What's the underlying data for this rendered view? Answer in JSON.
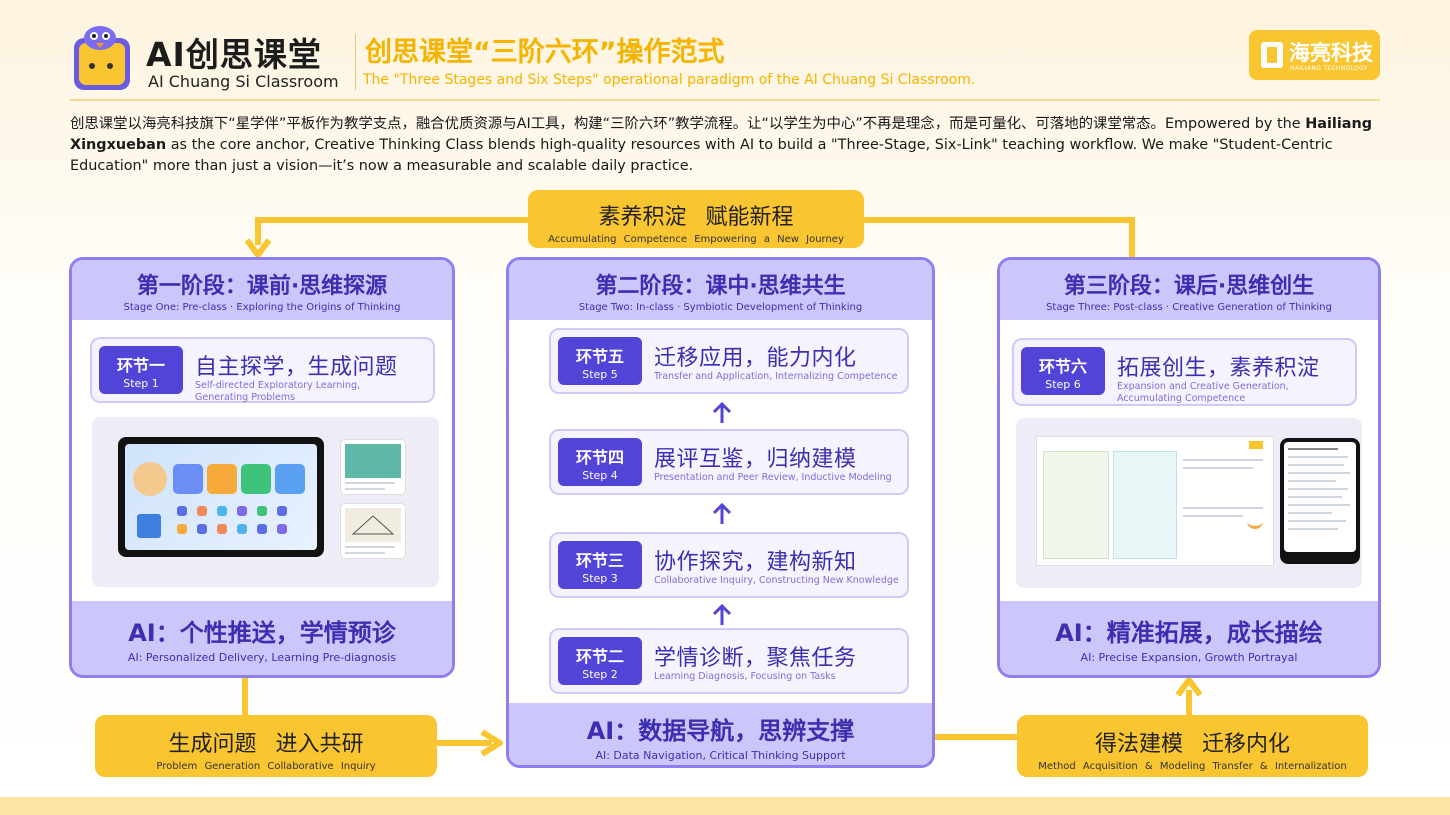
{
  "header": {
    "brand_cn": "AI创思课堂",
    "brand_en": "AI Chuang Si Classroom",
    "title_cn": "创思课堂“三阶六环”操作范式",
    "title_en": "The \"Three Stages and Six Steps\" operational paradigm of the AI Chuang Si Classroom.",
    "company_name": "海亮科技",
    "company_sub": "HAILIANG TECHNOLOGY"
  },
  "intro": {
    "part1": "创思课堂以海亮科技旗下“星学伴”平板作为教学支点，融合优质资源与AI工具，构建“三阶六环”教学流程。让“以学生为中心”不再是理念，而是可量化、可落地的课堂常态。Empowered by the ",
    "bold": "Hailiang  Xingxueban",
    "part2": " as the core anchor, Creative Thinking Class blends high-quality resources with AI to build a \"Three-Stage, Six-Link\" teaching workflow. We make \"Student-Centric Education\" more than just a vision—it’s now a measurable and scalable daily practice."
  },
  "connectors": {
    "top": {
      "cn": "素养积淀  赋能新程",
      "en": "Accumulating Competence   Empowering a New Journey"
    },
    "left": {
      "cn": "生成问题  进入共研",
      "en": "Problem Generation   Collaborative Inquiry"
    },
    "right": {
      "cn": "得法建模  迁移内化",
      "en": "Method Acquisition & Modeling   Transfer & Internalization"
    }
  },
  "stages": {
    "one": {
      "title_cn": "第一阶段：课前·思维探源",
      "title_en": "Stage One: Pre-class · Exploring the Origins of Thinking",
      "step": {
        "badge_cn": "环节一",
        "badge_en": "Step 1",
        "title_cn": "自主探学，生成问题",
        "title_en": "Self-directed Exploratory Learning, Generating Problems"
      },
      "ai_cn": "AI：个性推送，学情预诊",
      "ai_en": "AI: Personalized Delivery, Learning Pre-diagnosis"
    },
    "two": {
      "title_cn": "第二阶段：课中·思维共生",
      "title_en": "Stage Two: In-class · Symbiotic Development of Thinking",
      "steps": [
        {
          "badge_cn": "环节五",
          "badge_en": "Step 5",
          "title_cn": "迁移应用，能力内化",
          "title_en": "Transfer and Application, Internalizing Competence"
        },
        {
          "badge_cn": "环节四",
          "badge_en": "Step 4",
          "title_cn": "展评互鉴，归纳建模",
          "title_en": "Presentation and Peer Review, Inductive Modeling"
        },
        {
          "badge_cn": "环节三",
          "badge_en": "Step 3",
          "title_cn": "协作探究，建构新知",
          "title_en": "Collaborative Inquiry, Constructing New Knowledge"
        },
        {
          "badge_cn": "环节二",
          "badge_en": "Step 2",
          "title_cn": "学情诊断，聚焦任务",
          "title_en": "Learning Diagnosis, Focusing on Tasks"
        }
      ],
      "ai_cn": "AI：数据导航，思辨支撑",
      "ai_en": "AI: Data Navigation, Critical Thinking Support"
    },
    "three": {
      "title_cn": "第三阶段：课后·思维创生",
      "title_en": "Stage Three: Post-class · Creative Generation of Thinking",
      "step": {
        "badge_cn": "环节六",
        "badge_en": "Step 6",
        "title_cn": "拓展创生，素养积淀",
        "title_en": "Expansion and Creative Generation, Accumulating Competence"
      },
      "ai_cn": "AI：精准拓展，成长描绘",
      "ai_en": "AI: Precise Expansion, Growth Portrayal"
    }
  },
  "colors": {
    "accent_yellow": "#f9c531",
    "panel_border": "#8d7ef2",
    "panel_fill": "#ccc7fa",
    "badge": "#5244d6",
    "title_text": "#3b2fb0"
  }
}
